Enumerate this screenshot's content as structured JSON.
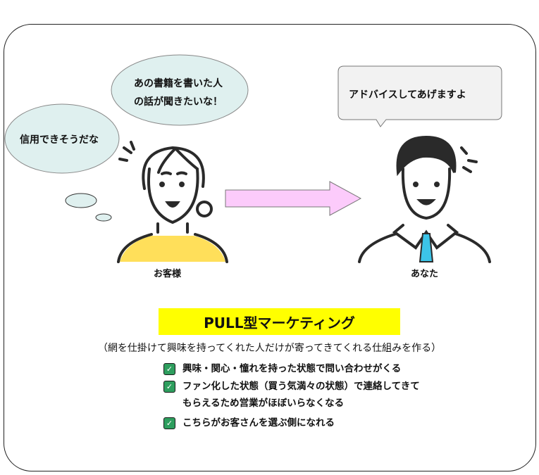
{
  "bubbles": {
    "book_author": [
      "あの書籍を書いた人",
      "の話が聞きたいな！"
    ],
    "trust": "信用できそうだな",
    "advice": "アドバイスしてあげますよ"
  },
  "labels": {
    "customer": "お客様",
    "you": "あなた"
  },
  "title": "PULL型マーケティング",
  "subtitle": "（網を仕掛けて興味を持ってくれた人だけが寄ってきてくれる仕組みを作る）",
  "points": [
    [
      "興味・関心・憧れを持った状態で問い合わせがくる"
    ],
    [
      "ファン化した状態（買う気満々の状態）で連絡してきて",
      "もらえるため営業がほぼいらなくなる"
    ],
    [
      "こちらがお客さんを選ぶ側になれる"
    ]
  ],
  "colors": {
    "title_bg": "#ffff00",
    "thought_bubble": "#dff0ef",
    "arrow": "#fccbfb",
    "shirt": "#ffdf5a",
    "tie": "#3cc4e8",
    "check": "#2e9e5e"
  }
}
